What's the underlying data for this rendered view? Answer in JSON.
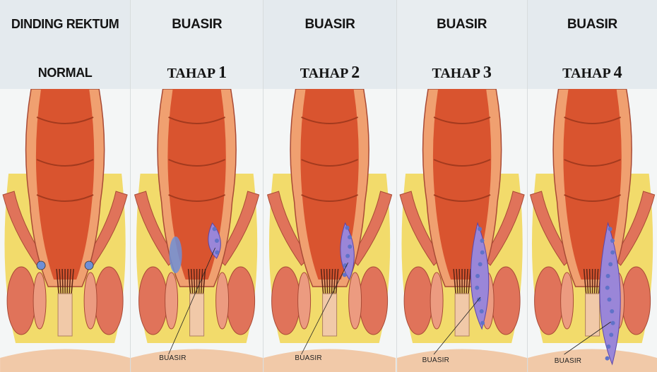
{
  "panels": [
    {
      "id": "normal",
      "title_line1": "DINDING REKTUM",
      "title_line2": "NORMAL",
      "stage_number": ""
    },
    {
      "id": "stage1",
      "title_line1": "BUASIR",
      "title_line2": "TAHAP",
      "stage_number": "1",
      "callout": "BUASIR"
    },
    {
      "id": "stage2",
      "title_line1": "BUASIR",
      "title_line2": "TAHAP",
      "stage_number": "2",
      "callout": "BUASIR"
    },
    {
      "id": "stage3",
      "title_line1": "BUASIR",
      "title_line2": "TAHAP",
      "stage_number": "3",
      "callout": "BUASIR"
    },
    {
      "id": "stage4",
      "title_line1": "BUASIR",
      "title_line2": "TAHAP",
      "stage_number": "4",
      "callout": "BUASIR"
    }
  ],
  "colors": {
    "fat": "#f2d23c",
    "muscle": "#e0735a",
    "rectum_inner": "#d9542f",
    "rectum_highlight": "#f0a070",
    "vein": "#6f8fd6",
    "hemorrhoid": "#9a86d8",
    "skin": "#f1c9a8"
  },
  "icons": [
    "rectum-illustration",
    "hemorrhoid-illustration"
  ]
}
